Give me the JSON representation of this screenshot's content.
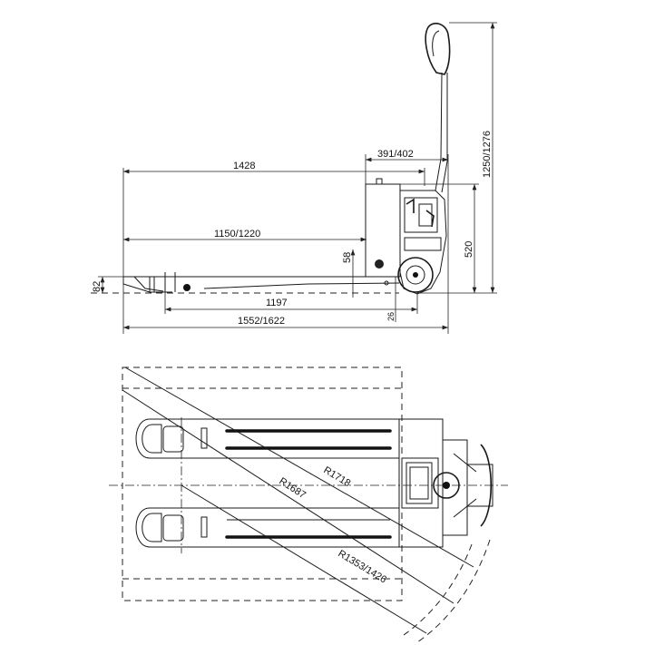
{
  "side_view": {
    "dimensions": {
      "overall_height_handle": "1250/1276",
      "frame_length": "1428",
      "tiller_offset": "391/402",
      "fork_length": "1150/1220",
      "fork_height_lowered": "58",
      "height_to_battery_top": "520",
      "fork_raise": "82",
      "wheelbase": "1197",
      "ground_clearance": "26",
      "overall_length": "1552/1622"
    }
  },
  "top_view": {
    "radii": {
      "outer": "R1718",
      "middle": "R1687",
      "inner": "R1353/1426"
    }
  }
}
